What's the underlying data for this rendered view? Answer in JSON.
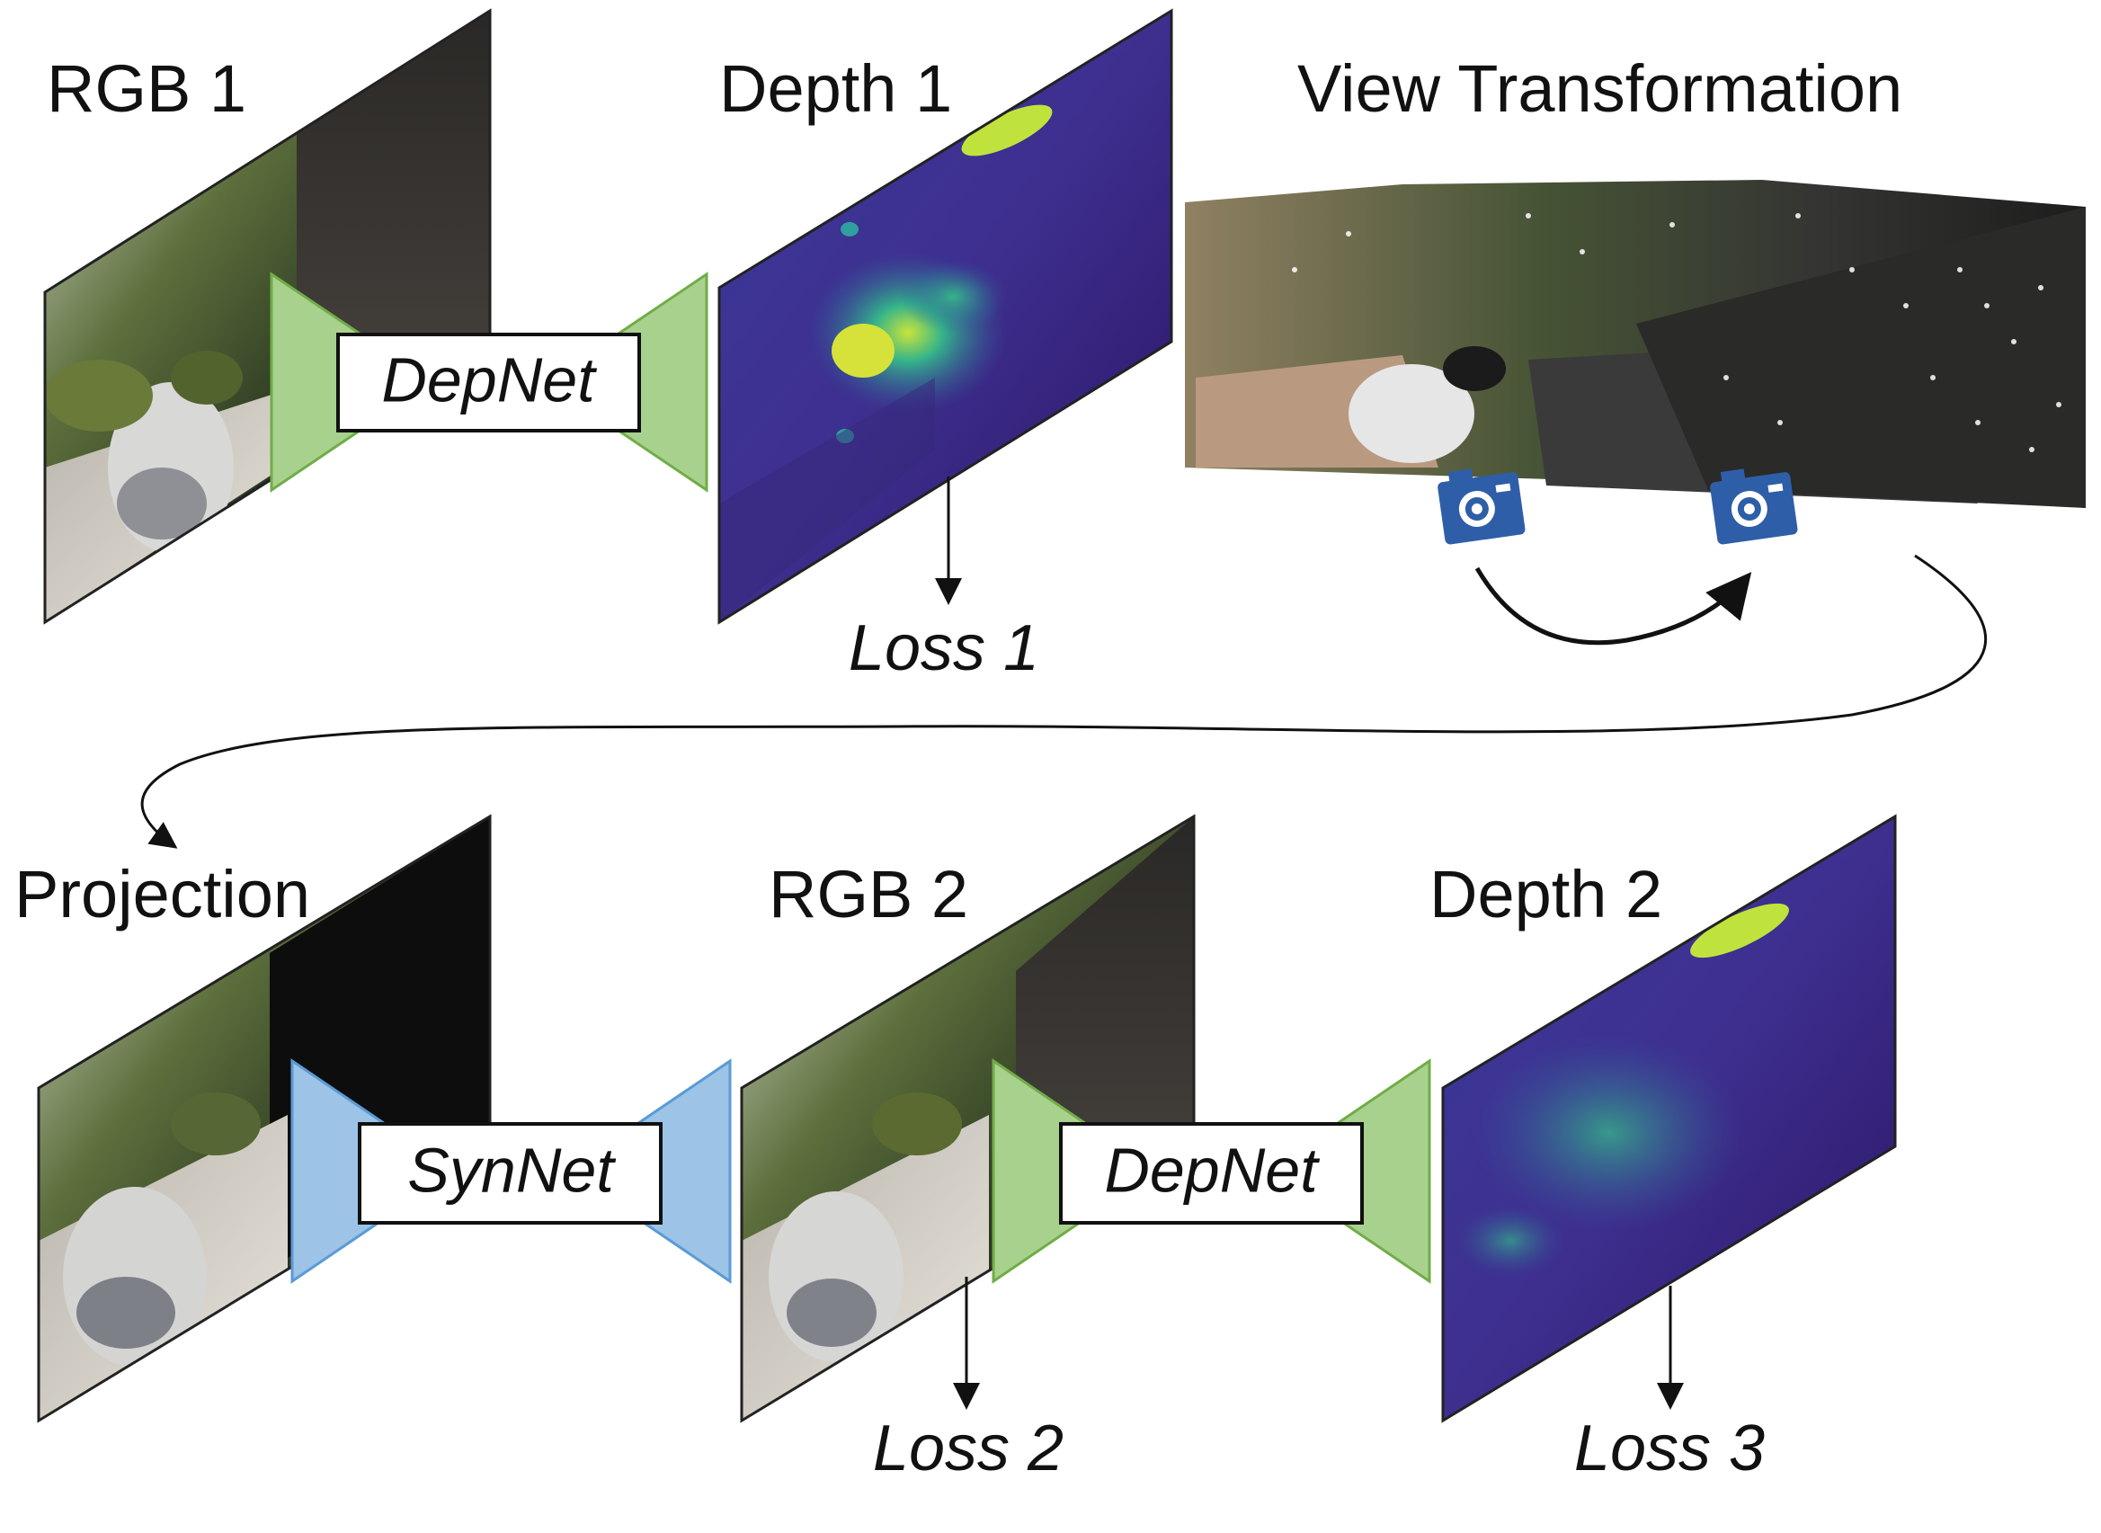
{
  "labels": {
    "rgb1": "RGB 1",
    "depth1": "Depth 1",
    "view_transformation": "View Transformation",
    "projection": "Projection",
    "rgb2": "RGB 2",
    "depth2": "Depth 2"
  },
  "networks": {
    "depnet_top": "DepNet",
    "synnet": "SynNet",
    "depnet_bottom": "DepNet"
  },
  "losses": {
    "loss1": "Loss 1",
    "loss2": "Loss 2",
    "loss3": "Loss 3"
  },
  "colors": {
    "depnet_fill": "#a9d18e",
    "depnet_stroke": "#70ad47",
    "synnet_fill": "#9dc3e6",
    "synnet_stroke": "#5b9bd5",
    "depth_dark": "#3b1f7a",
    "depth_mid": "#2c6f8e",
    "depth_bright": "#bde33a",
    "camera_blue": "#2f5ea8"
  },
  "icons": [
    "camera-icon",
    "camera-icon"
  ]
}
